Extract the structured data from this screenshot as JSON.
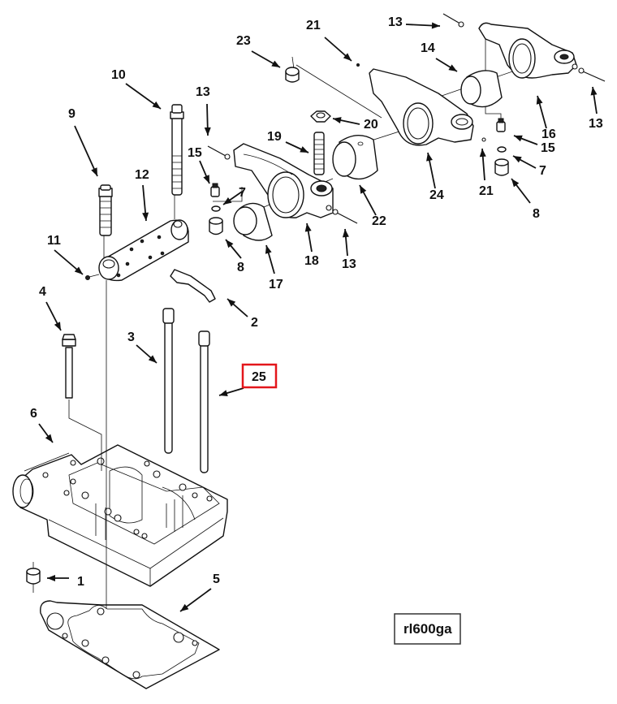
{
  "diagram": {
    "title": "Rocker lever and housing exploded view",
    "reference_code": "rl600ga",
    "highlighted_callout": "25",
    "highlight_color": "#e3161b",
    "callouts": [
      {
        "id": "c1",
        "label": "1",
        "part": "dowel-pin"
      },
      {
        "id": "c2",
        "label": "2",
        "part": "crosshead"
      },
      {
        "id": "c3",
        "label": "3",
        "part": "push-rod"
      },
      {
        "id": "c4",
        "label": "4",
        "part": "housing-capscrew"
      },
      {
        "id": "c5",
        "label": "5",
        "part": "housing-gasket"
      },
      {
        "id": "c6",
        "label": "6",
        "part": "rocker-lever-housing"
      },
      {
        "id": "c7a",
        "label": "7",
        "part": "socket-retainer-ring"
      },
      {
        "id": "c7b",
        "label": "7",
        "part": "socket-retainer-ring"
      },
      {
        "id": "c8a",
        "label": "8",
        "part": "socket"
      },
      {
        "id": "c8b",
        "label": "8",
        "part": "socket"
      },
      {
        "id": "c9",
        "label": "9",
        "part": "shaft-capscrew-short"
      },
      {
        "id": "c10",
        "label": "10",
        "part": "shaft-capscrew-long"
      },
      {
        "id": "c11",
        "label": "11",
        "part": "plug"
      },
      {
        "id": "c12",
        "label": "12",
        "part": "rocker-lever-shaft"
      },
      {
        "id": "c13a",
        "label": "13",
        "part": "plug-screw"
      },
      {
        "id": "c13b",
        "label": "13",
        "part": "plug-screw"
      },
      {
        "id": "c13c",
        "label": "13",
        "part": "plug-screw"
      },
      {
        "id": "c13d",
        "label": "13",
        "part": "plug-screw"
      },
      {
        "id": "c14",
        "label": "14",
        "part": "bushing"
      },
      {
        "id": "c15a",
        "label": "15",
        "part": "adjusting-screw"
      },
      {
        "id": "c15b",
        "label": "15",
        "part": "adjusting-screw"
      },
      {
        "id": "c16",
        "label": "16",
        "part": "exhaust-rocker-lever"
      },
      {
        "id": "c17",
        "label": "17",
        "part": "bushing"
      },
      {
        "id": "c18",
        "label": "18",
        "part": "intake-rocker-lever"
      },
      {
        "id": "c19",
        "label": "19",
        "part": "injector-adjusting-screw"
      },
      {
        "id": "c20",
        "label": "20",
        "part": "locknut"
      },
      {
        "id": "c21a",
        "label": "21",
        "part": "plug"
      },
      {
        "id": "c21b",
        "label": "21",
        "part": "plug"
      },
      {
        "id": "c22",
        "label": "22",
        "part": "bushing"
      },
      {
        "id": "c23",
        "label": "23",
        "part": "socket"
      },
      {
        "id": "c24",
        "label": "24",
        "part": "injector-rocker-lever"
      },
      {
        "id": "c25",
        "label": "25",
        "part": "push-rod"
      }
    ]
  }
}
